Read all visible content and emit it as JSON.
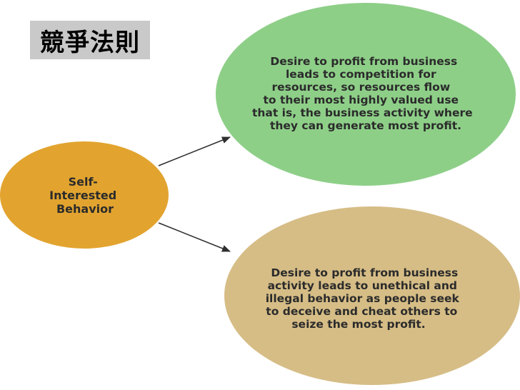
{
  "title": "競爭法則",
  "nodes": {
    "self_interested": {
      "lines": [
        "Self-",
        "Interested",
        "Behavior"
      ],
      "color": "#e2a42f"
    },
    "competition": {
      "lines": [
        "Desire to profit from business",
        "leads to competition for",
        "resources, so resources flow",
        "to their most highly valued use",
        "that is, the business activity where",
        "they can generate most profit."
      ],
      "color": "#8ecf88"
    },
    "unethical": {
      "lines": [
        "Desire to profit from business",
        "activity leads to unethical and",
        "illegal behavior as people seek",
        "to deceive and cheat others to",
        "seize the most profit."
      ],
      "color": "#d6bd86"
    }
  },
  "colors": {
    "arrow": "#2f2f2f",
    "title_background": "#c9c9c9"
  }
}
